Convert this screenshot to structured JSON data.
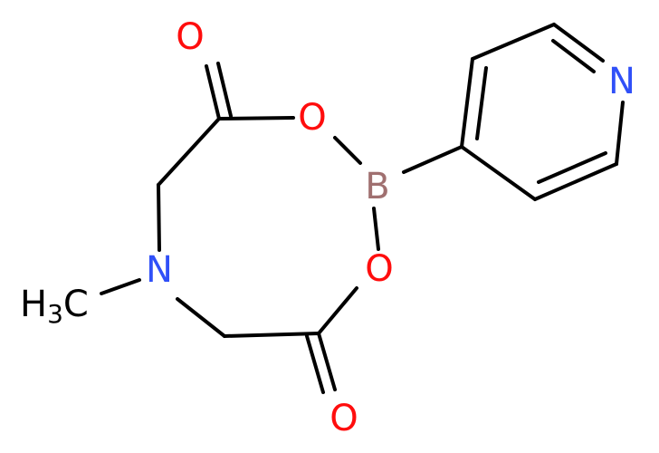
{
  "molecule": {
    "atoms": {
      "o_top": {
        "symbol": "O",
        "element": "oxygen"
      },
      "o_ring_upper": {
        "symbol": "O",
        "element": "oxygen"
      },
      "boron": {
        "symbol": "B",
        "element": "boron"
      },
      "o_ring_lower": {
        "symbol": "O",
        "element": "oxygen"
      },
      "o_bottom": {
        "symbol": "O",
        "element": "oxygen"
      },
      "nitrogen_ring": {
        "symbol": "N",
        "element": "nitrogen"
      },
      "nitrogen_pyridine": {
        "symbol": "N",
        "element": "nitrogen"
      },
      "methyl": {
        "main": "H",
        "subscript": "3",
        "tail": "C"
      }
    },
    "colors": {
      "oxygen": "#ff0d0d",
      "boron": "#a07070",
      "nitrogen": "#3050f8",
      "carbon": "#000000",
      "bond": "#000000"
    }
  }
}
